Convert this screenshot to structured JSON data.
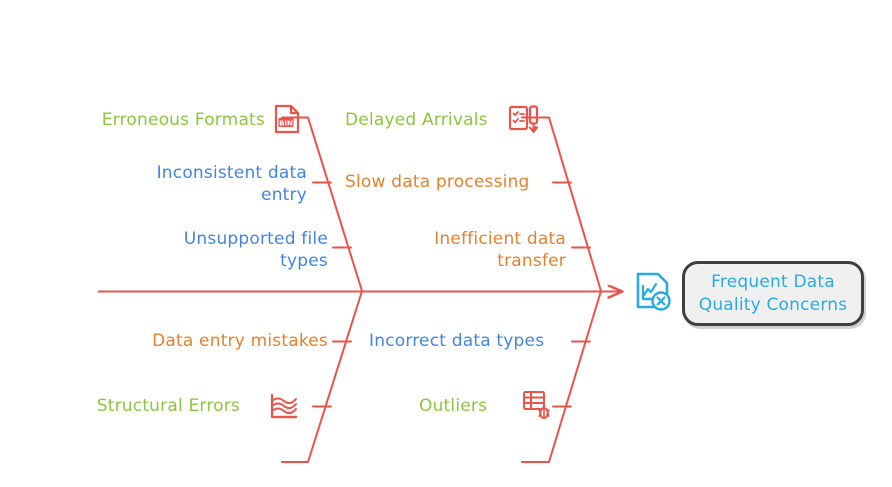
{
  "diagram": {
    "type": "fishbone-ishikawa",
    "effect": {
      "label": "Frequent Data\nQuality Concerns",
      "text_color": "#29ABE2",
      "box_fill": "#F0F0F0",
      "box_border": "#3F3F3F",
      "icon": "document-chart-error-icon",
      "icon_color": "#29ABE2"
    },
    "spine_color": "#E8544A",
    "branch_color": "#E8544A",
    "causes": [
      {
        "id": "erroneous-formats",
        "label": "Erroneous Formats",
        "color": "#8CC63F",
        "color_name": "green",
        "quadrant": "upper-left",
        "align": "right",
        "icon": "bin-file-icon",
        "icon_color": "#E8544A"
      },
      {
        "id": "inconsistent-data-entry",
        "label": "Inconsistent data\nentry",
        "color": "#4285E0",
        "color_name": "blue",
        "quadrant": "upper-left",
        "align": "right",
        "icon": null
      },
      {
        "id": "unsupported-file-types",
        "label": "Unsupported file\ntypes",
        "color": "#4285E0",
        "color_name": "blue",
        "quadrant": "upper-left",
        "align": "right",
        "icon": null
      },
      {
        "id": "delayed-arrivals",
        "label": "Delayed Arrivals",
        "color": "#8CC63F",
        "color_name": "green",
        "quadrant": "upper-right",
        "align": "left",
        "icon": "checklist-pen-icon",
        "icon_color": "#E8544A"
      },
      {
        "id": "slow-data-processing",
        "label": "Slow data processing",
        "color": "#E2822E",
        "color_name": "orange",
        "quadrant": "upper-right",
        "align": "left",
        "icon": null
      },
      {
        "id": "inefficient-data-transfer",
        "label": "Inefficient data\ntransfer",
        "color": "#E2822E",
        "color_name": "orange",
        "quadrant": "upper-right",
        "align": "right",
        "icon": null
      },
      {
        "id": "data-entry-mistakes",
        "label": "Data entry mistakes",
        "color": "#E2822E",
        "color_name": "orange",
        "quadrant": "lower-left",
        "align": "right",
        "icon": null
      },
      {
        "id": "structural-errors",
        "label": "Structural Errors",
        "color": "#8CC63F",
        "color_name": "green",
        "quadrant": "lower-left",
        "align": "right",
        "icon": "area-wave-chart-icon",
        "icon_color": "#E8544A"
      },
      {
        "id": "incorrect-data-types",
        "label": "Incorrect data types",
        "color": "#4285E0",
        "color_name": "blue",
        "quadrant": "lower-right",
        "align": "left",
        "icon": null
      },
      {
        "id": "outliers",
        "label": "Outliers",
        "color": "#8CC63F",
        "color_name": "green",
        "quadrant": "lower-right",
        "align": "left",
        "icon": "table-bug-icon",
        "icon_color": "#E8544A"
      }
    ]
  }
}
